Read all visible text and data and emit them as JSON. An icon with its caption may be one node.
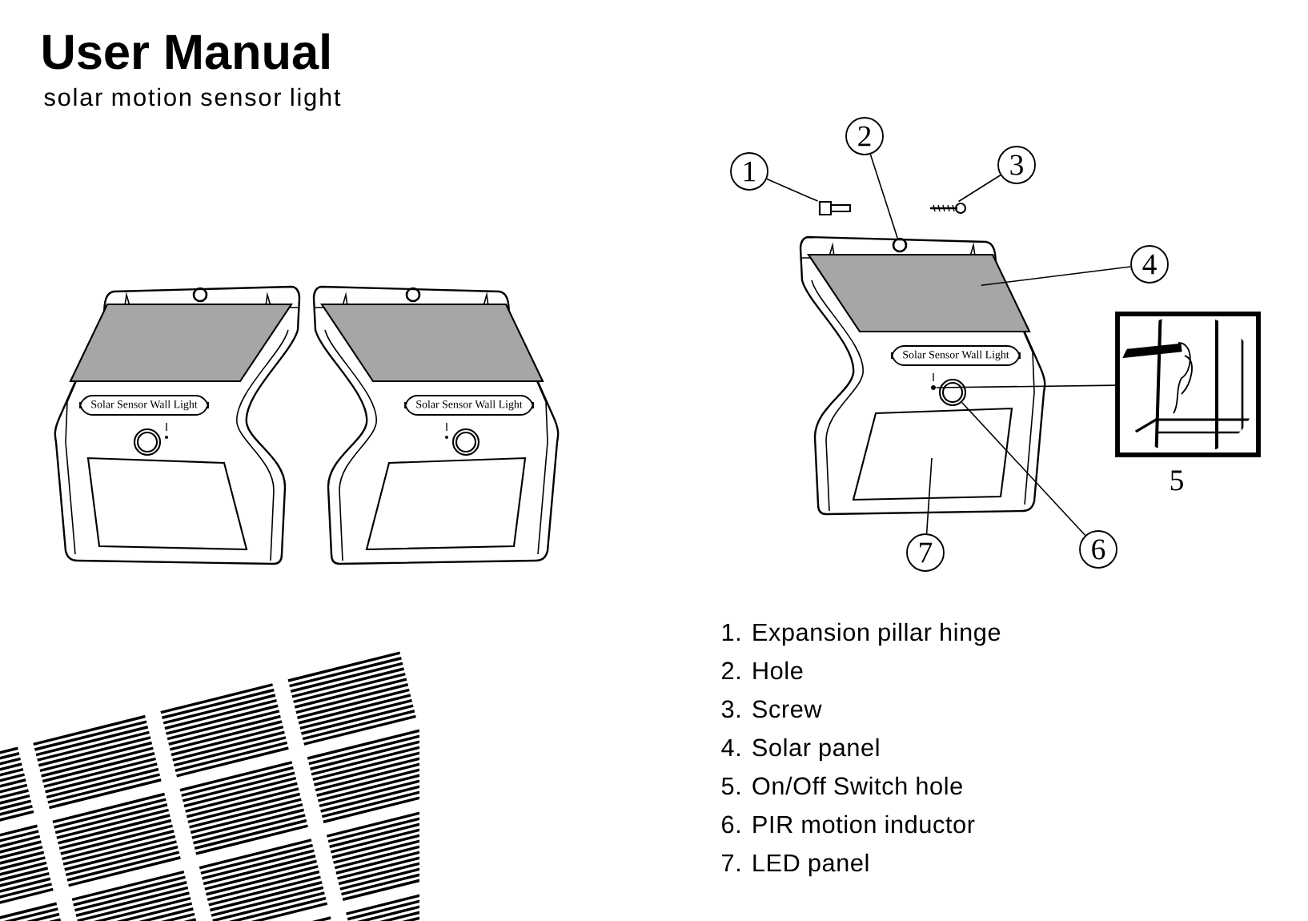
{
  "diagram": {
    "title": "User Manual",
    "nodes": [
      {
        "text": [
          "1"
        ]
      },
      {
        "text": [
          "2"
        ]
      },
      {
        "text": [
          "3"
        ]
      },
      {
        "text": [
          "4"
        ]
      },
      {
        "text": [
          "6"
        ]
      },
      {
        "text": [
          "7"
        ]
      },
      {
        "text": [],
        "shape": "picture"
      },
      {
        "text": [],
        "shape": "circle"
      },
      {
        "text": [],
        "shape": "picture"
      },
      {
        "text": [],
        "shape": "box"
      },
      {
        "text": [],
        "shape": "circle"
      },
      {
        "text": [],
        "shape": "picture",
        "beside": [
          "5"
        ]
      },
      {
        "text": [],
        "shape": "circle"
      },
      {
        "text": [],
        "shape": "box"
      }
    ],
    "edges": [
      {
        "from": 0,
        "to": 6,
        "arrow": "none"
      },
      {
        "from": 1,
        "to": 7,
        "arrow": "none"
      },
      {
        "from": 2,
        "to": 8,
        "arrow": "none"
      },
      {
        "from": 3,
        "to": 9,
        "arrow": "none"
      },
      {
        "from": 10,
        "to": 11,
        "arrow": "none"
      },
      {
        "from": 4,
        "to": 12,
        "arrow": "none"
      },
      {
        "from": 5,
        "to": 13,
        "arrow": "none"
      }
    ],
    "labels": [
      "solar motion sensor light",
      "Solar Sensor Wall Light",
      "Solar Sensor Wall Light",
      "Solar Sensor Wall Light",
      "1. Expansion pillar hinge",
      "2. Hole",
      "3. Screw",
      "4. Solar panel",
      "5. On/Off Switch hole",
      "6. PIR motion inductor",
      "7. LED panel"
    ]
  }
}
